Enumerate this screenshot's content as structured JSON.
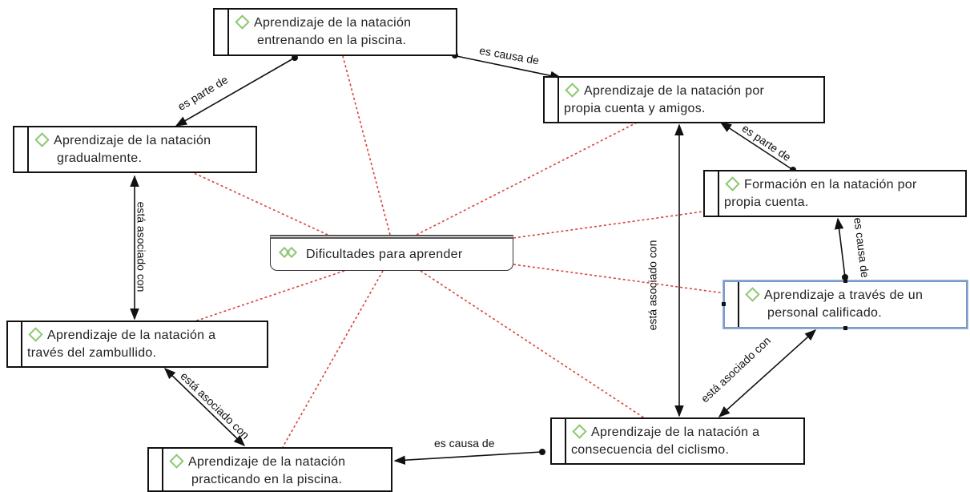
{
  "nodes": {
    "n1": [
      "Aprendizaje de la natación",
      "entrenando en la piscina."
    ],
    "n2": [
      "Aprendizaje de la natación por",
      "propia cuenta y amigos."
    ],
    "n3": [
      "Aprendizaje de la natación",
      "gradualmente."
    ],
    "n4": [
      "Formación en la natación por",
      "propia cuenta."
    ],
    "n5": [
      "Aprendizaje a través de un",
      "personal calificado."
    ],
    "n6": [
      "Aprendizaje de la natación  a",
      "través del zambullido."
    ],
    "n7": [
      "Aprendizaje de la natación a",
      "consecuencia del ciclismo."
    ],
    "n8": [
      "Aprendizaje de la natación",
      "practicando en la piscina."
    ]
  },
  "center": {
    "label": "Dificultades para aprender"
  },
  "edge_labels": {
    "n1_n2": "es causa de",
    "n1_n3": "es parte de",
    "n4_n2": "es parte de",
    "n5_n4": "es causa de",
    "n3_n6": "está asociado con",
    "n2_n7": "está asociado con",
    "n7_n5": "está asociado con",
    "n6_n8": "está asociado con",
    "n7_n8": "es causa de"
  },
  "colors": {
    "dotted_links": "#d9413c",
    "node_icon": "#8cc973",
    "edges": "#111111"
  }
}
